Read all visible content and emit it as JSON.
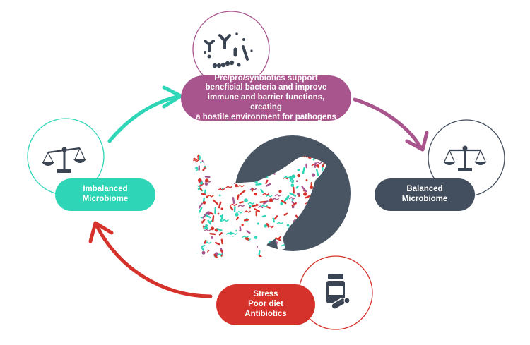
{
  "nodes": {
    "top": {
      "lines": [
        "Pre/pro/synbiotics support",
        "beneficial bacteria and improve",
        "immune and barrier functions, creating",
        "a hostile environment for pathogens"
      ]
    },
    "left": {
      "lines": [
        "Imbalanced",
        "Microbiome"
      ]
    },
    "right": {
      "lines": [
        "Balanced",
        "Microbiome"
      ]
    },
    "bottom": {
      "lines": [
        "Stress",
        "Poor diet",
        "Antibiotics"
      ]
    }
  },
  "colors": {
    "purple": "#a8558d",
    "teal": "#2ed6b7",
    "slate": "#434f5e",
    "red": "#d5322b",
    "icon": "#3b4452"
  },
  "icons": {
    "top": "bacteria-icon",
    "left": "scale-unbalanced-icon",
    "right": "scale-balanced-icon",
    "bottom": "medicine-bottle-icon",
    "center": "cat-silhouette-icon"
  }
}
